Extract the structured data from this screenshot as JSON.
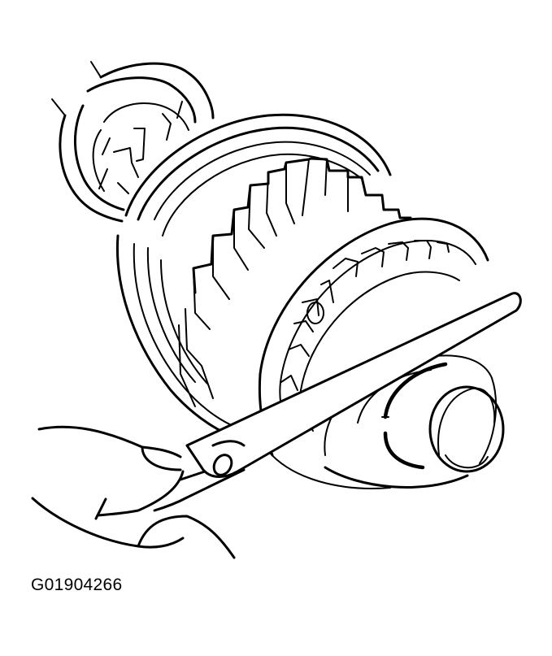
{
  "figure": {
    "caption": "G01904266",
    "description": "Line illustration: removing snap ring from transmission gear shaft using snap ring pliers",
    "components": [
      "bearing",
      "synchronizer-ring",
      "helical-gear",
      "synchronizer-hub",
      "snap-ring",
      "shaft-end",
      "snap-ring-pliers",
      "hand"
    ]
  }
}
